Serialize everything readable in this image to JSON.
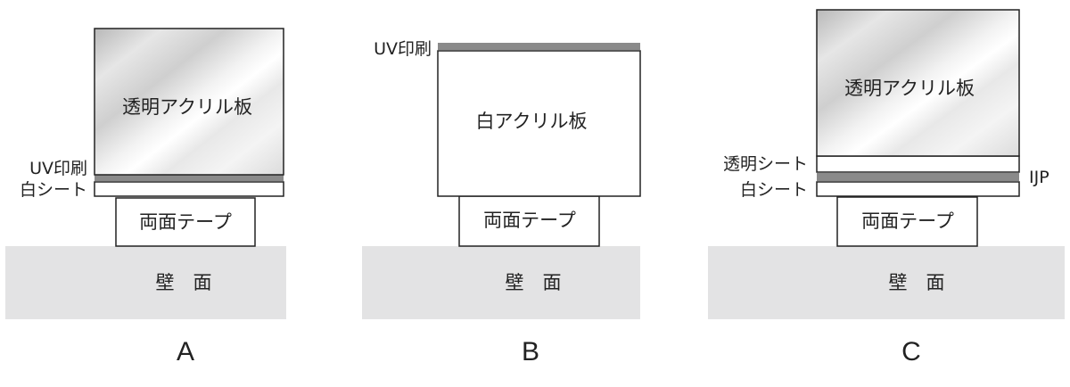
{
  "colors": {
    "wall": "#e3e3e4",
    "uv_layer": "#8a8a8a",
    "outline": "#222222",
    "acrylic_light": "#ffffff",
    "acrylic_shade": "#bdbdbd"
  },
  "diagrams": {
    "A": {
      "caption": "A",
      "acrylic_label": "透明アクリル板",
      "uv_label": "UV印刷",
      "white_sheet_label": "白シート",
      "tape_label": "両面テープ",
      "wall_label": "壁　面"
    },
    "B": {
      "caption": "B",
      "uv_label": "UV印刷",
      "acrylic_label": "白アクリル板",
      "tape_label": "両面テープ",
      "wall_label": "壁　面"
    },
    "C": {
      "caption": "C",
      "acrylic_label": "透明アクリル板",
      "clear_sheet_label": "透明シート",
      "ijp_label": "IJP",
      "white_sheet_label": "白シート",
      "tape_label": "両面テープ",
      "wall_label": "壁　面"
    }
  }
}
